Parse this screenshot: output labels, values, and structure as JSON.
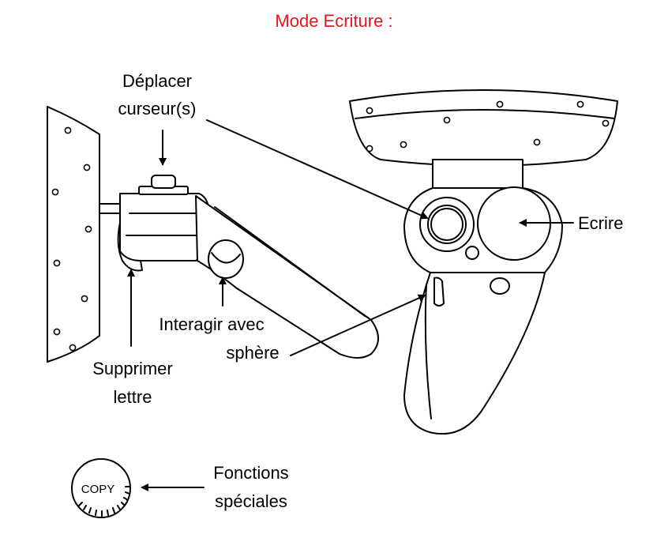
{
  "title": {
    "text": "Mode Ecriture :",
    "color": "#e8141c"
  },
  "labels": {
    "move_cursor_line1": "Déplacer",
    "move_cursor_line2": "curseur(s)",
    "write": "Ecrire",
    "interact_line1": "Interagir avec",
    "interact_line2": "sphère",
    "delete_line1": "Supprimer",
    "delete_line2": "lettre",
    "special_line1": "Fonctions",
    "special_line2": "spéciales"
  },
  "copy_button": {
    "text": "COPY"
  },
  "colors": {
    "ink": "#000000",
    "background": "#ffffff"
  }
}
